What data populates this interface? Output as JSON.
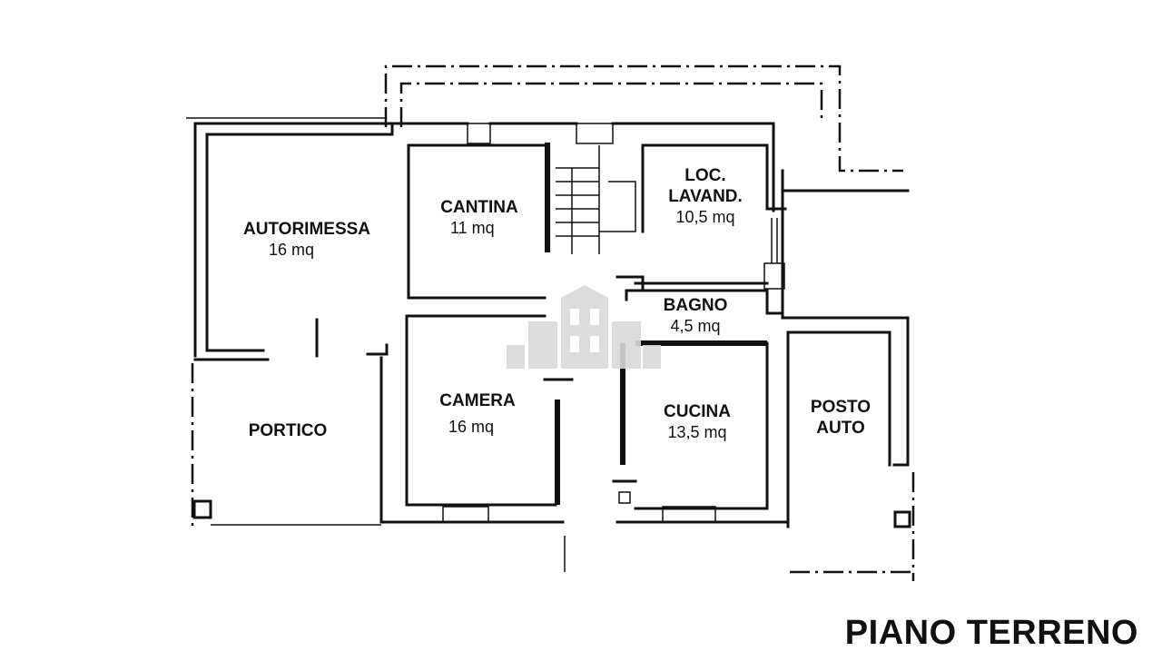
{
  "plan_title": "PIANO TERRENO",
  "rooms": {
    "autorimessa": {
      "name": "AUTORIMESSA",
      "area": "16 mq"
    },
    "cantina": {
      "name": "CANTINA",
      "area": "11 mq"
    },
    "lavanderia": {
      "name_line1": "LOC.",
      "name_line2": "LAVAND.",
      "area": "10,5 mq"
    },
    "bagno": {
      "name": "BAGNO",
      "area": "4,5 mq"
    },
    "camera": {
      "name": "CAMERA",
      "area": "16 mq"
    },
    "cucina": {
      "name": "CUCINA",
      "area": "13,5 mq"
    },
    "portico": {
      "name": "PORTICO"
    },
    "posto_auto": {
      "name_line1": "POSTO",
      "name_line2": "AUTO"
    }
  },
  "icons": [
    "watermark-buildings-icon",
    "staircase-icon"
  ]
}
